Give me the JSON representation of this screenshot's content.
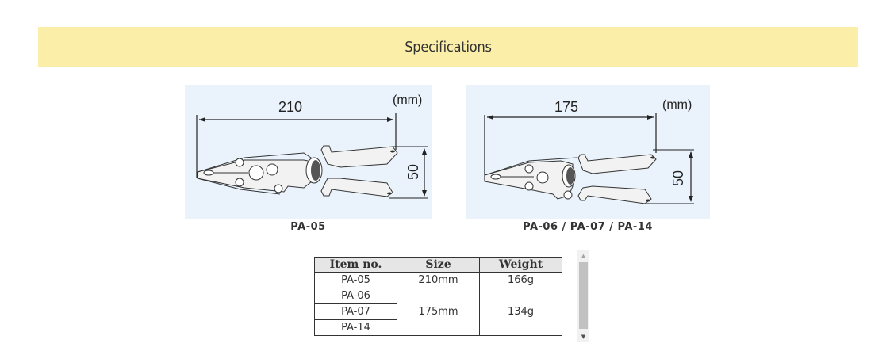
{
  "section": {
    "title": "Specifications"
  },
  "figures": [
    {
      "caption": "PA-05",
      "length": "210",
      "height": "50",
      "unit": "(mm)"
    },
    {
      "caption": "PA-06 / PA-07 / PA-14",
      "length": "175",
      "height": "50",
      "unit": "(mm)"
    }
  ],
  "table": {
    "headers": [
      "Item no.",
      "Size",
      "Weight"
    ],
    "rows": [
      {
        "item": "PA-05",
        "size": "210mm",
        "weight": "166g"
      },
      {
        "item": "PA-06",
        "size": "175mm",
        "weight": "134g"
      },
      {
        "item": "PA-07"
      },
      {
        "item": "PA-14"
      }
    ]
  },
  "scrollbar": {
    "up_icon": "▲",
    "down_icon": "▼"
  }
}
